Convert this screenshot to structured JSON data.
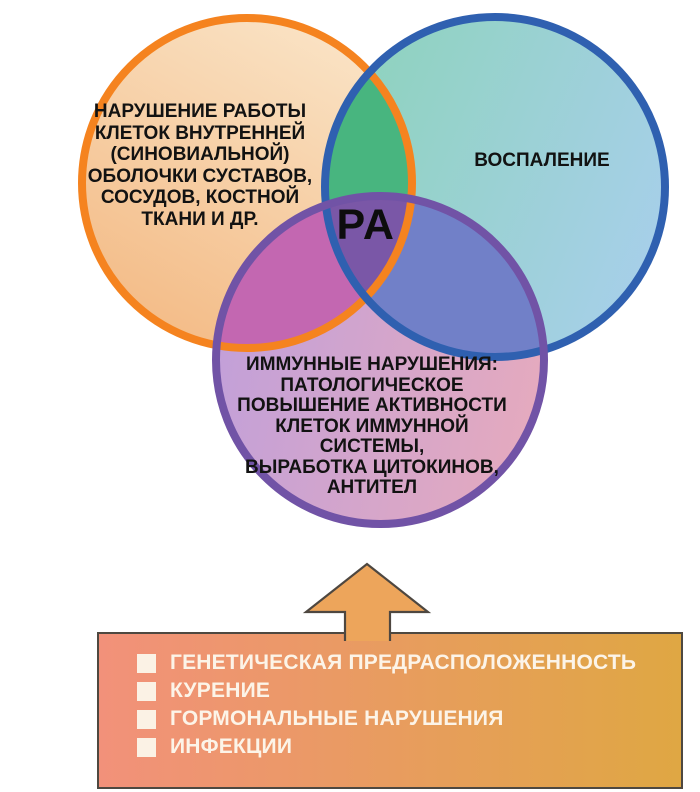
{
  "venn": {
    "center_label": "РА",
    "circle_synovial": {
      "label": "НАРУШЕНИЕ РАБОТЫ\nКЛЕТОК ВНУТРЕННЕЙ\n(СИНОВИАЛЬНОЙ)\nОБОЛОЧКИ СУСТАВОВ,\nСОСУДОВ, КОСТНОЙ\nТКАНИ И ДР.",
      "border_color": "#F5831F",
      "fill_start": "#FAE3C5",
      "fill_end": "#F3B983"
    },
    "circle_inflammation": {
      "label": "ВОСПАЛЕНИЕ",
      "border_color": "#2F60B0",
      "fill_start": "#8ED3BD",
      "fill_end": "#A7CFEA"
    },
    "circle_immune": {
      "label": "ИММУННЫЕ НАРУШЕНИЯ:\nПАТОЛОГИЧЕСКОЕ\nПОВЫШЕНИЕ АКТИВНОСТИ\nКЛЕТОК ИММУННОЙ СИСТЕМЫ,\nВЫРАБОТКА ЦИТОКИНОВ,\nАНТИТЕЛ",
      "border_color": "#7153A6",
      "fill_start": "#C2A0D9",
      "fill_end": "#E5AABE"
    },
    "overlap_colors": {
      "synovial_inflammation": "#48B57F",
      "synovial_immune": "#C367B1",
      "inflammation_immune": "#7180C8",
      "center": "#7A57A7"
    }
  },
  "arrow": {
    "fill": "#EDA55B",
    "outline": "#4E4740"
  },
  "risk_factors": {
    "items": [
      "ГЕНЕТИЧЕСКАЯ ПРЕДРАСПОЛОЖЕННОСТЬ",
      "КУРЕНИЕ",
      "ГОРМОНАЛЬНЫЕ НАРУШЕНИЯ",
      "ИНФЕКЦИИ"
    ],
    "box_gradient_start": "#F2917A",
    "box_gradient_end": "#DFA743",
    "bullet_color": "#FBF2E5",
    "text_color": "#FCF4E8"
  }
}
